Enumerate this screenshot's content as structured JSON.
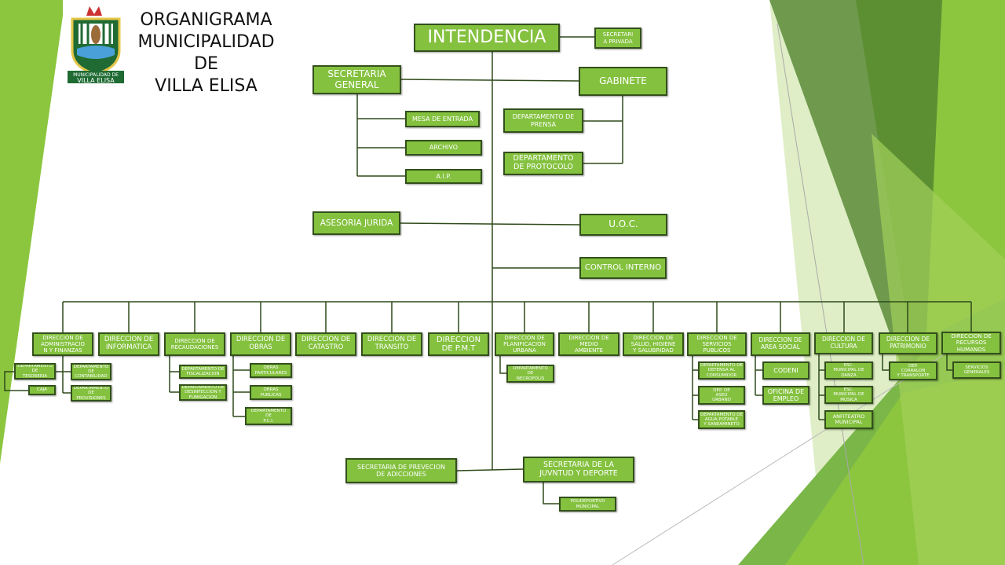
{
  "header": {
    "title": "ORGANIGRAMA\nMUNICIPALIDAD DE\nVILLA ELISA",
    "logo_text": "MUNICIPALIDAD DE VILLA ELISA"
  },
  "top": {
    "intendencia": "INTENDENCIA",
    "secretaria_privada": "SECRETARI\nA PRIVADA",
    "secretaria_general": "SECRETARIA\nGENERAL",
    "gabinete": "GABINETE",
    "mesa_entrada": "MESA DE ENTRADA",
    "archivo": "ARCHIVO",
    "aip": "A.I.P.",
    "prensa": "DEPARTAMENTO DE\nPRENSA",
    "protocolo": "DEPARTAMENTO\nDE PROTOCOLO",
    "asesoria": "ASESORIA JURIDA",
    "uoc": "U.O.C.",
    "control": "CONTROL INTERNO"
  },
  "direcciones": [
    "DIRECCION DE\nADMINISTRACIO\nN Y FINANZAS",
    "DIRECCION DE\nINFORMATICA",
    "DIRECCION DE\nRECAUDACIONES",
    "DIRECCION DE\nOBRAS",
    "DIRECCION DE\nCATASTRO",
    "DIRECCION DE\nTRANSITO",
    "DIRECCION\nDE P.M.T",
    "DIRECCION DE\nPLANIFICACION\nURBANA",
    "DIRECCION DE\nMEDIO\nAMBIENTE",
    "DIRECCION DE\nSALUD, HIGIENE\nY SALUBRIDAD",
    "DIRECCION DE\nSERVICIOS\nPUBLICOS",
    "DIRECCION DE\nAREA SOCIAL",
    "DIRECCION DE\nCULTURA",
    "DIRECCION DE\nPATRIMONIO",
    "DIRECCION DE\nRECURSOS\nHUMANOS"
  ],
  "sub": {
    "tesoreria": "DEPARTAMENTO\nDE\nTESORERIA",
    "caja": "CAJA",
    "contabilidad": "DEPARTAMENTO\nDE\nCONTABILIDAD",
    "provisiones": "DEPARTAMENTO\nDE\nPROVISIONES",
    "fiscalizacion": "DEPARTAMENTO DE\nFISCALIZACION",
    "desinfeccion": "DEPARTAMENTO DE\nDESINFECCION Y\nFUMIGACION",
    "obras_part": "OBRAS\nPARTICULARES",
    "obras_pub": "OBRAS\nPUBLICAS",
    "pci": "DEPARTAMENTO\nDE\nP.C.I.",
    "necropolis": "DEPARTAMENTO\nDE\nNECROPOLIS",
    "defensa": "DEPARTAMENTO DE\nDEFENSA AL\nCONSUMIDOR",
    "aseo": "DEP. DE\nASEO\nURBANO",
    "agua": "DEPARTAMENTO DE\nAGUA POTABLE\nY SANEAMINETO",
    "codeni": "CODENI",
    "empleo": "OFICINA DE\nEMPLEO",
    "danza": "ESC.\nMUNICIPAL DE\nDANZA",
    "musica": "ESC.\nMUNICIPAL DE\nMUSICA",
    "anfiteatro": "ANFITEATRO\nMUNICIPAL",
    "corralon": "DEP.\nCORRALON\nY TRANSPORTE",
    "servicios_generales": "SERVICIOS\nGENERALES"
  },
  "bottom": {
    "prevencion": "SECRETARIA DE PREVECION\nDE ADICCIONES",
    "juventud": "SECRETARIA DE  LA\nJUVNTUD Y DEPORTE",
    "polideportivo": "POLIDEPORTIVO\nMUNICIPAL"
  },
  "colors": {
    "box": "#84c13f",
    "border": "#33501c",
    "line": "#2f4a1a"
  }
}
